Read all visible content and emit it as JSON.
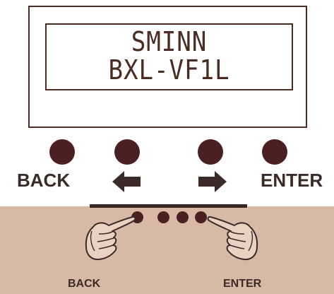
{
  "display": {
    "line1": "SMINN",
    "line2": "BXL-VF1L"
  },
  "controls": {
    "back_label": "BACK",
    "enter_label": "ENTER"
  },
  "illustration": {
    "back_label": "BACK",
    "enter_label": "ENTER"
  },
  "icons": {
    "left": "arrow-left-icon",
    "right": "arrow-right-icon",
    "hand": "pointing-hand-icon"
  },
  "colors": {
    "button": "#4a2022",
    "panel": "#d7b9a6",
    "text": "#3a2a28"
  }
}
